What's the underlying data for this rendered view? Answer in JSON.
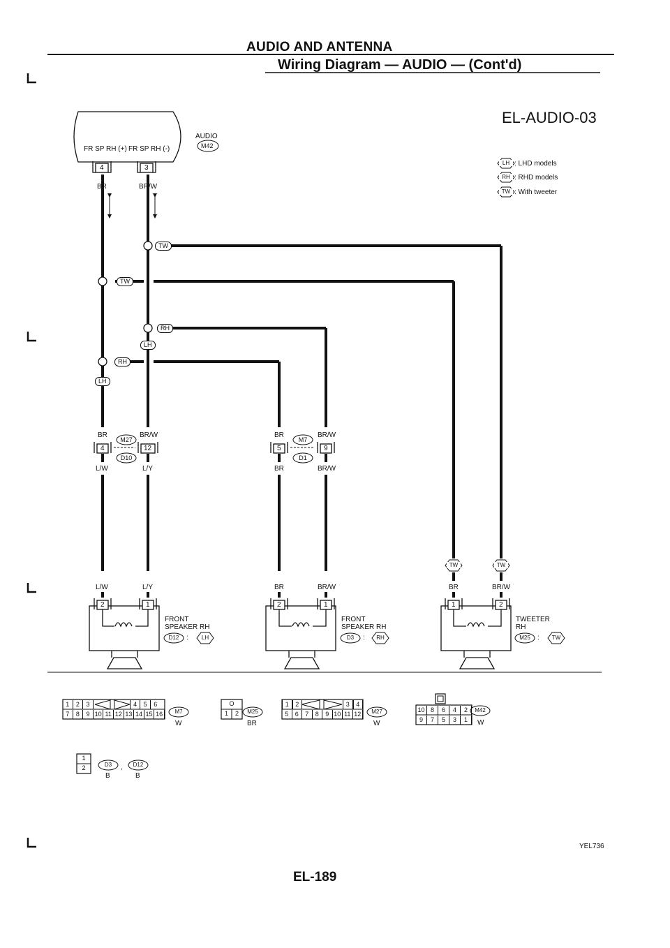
{
  "header": {
    "title": "AUDIO AND ANTENNA",
    "subtitle": "Wiring Diagram — AUDIO — (Cont'd)",
    "diagram_code": "EL-AUDIO-03"
  },
  "legend": [
    {
      "tag": "LH",
      "text": ": LHD models"
    },
    {
      "tag": "RH",
      "text": ": RHD models"
    },
    {
      "tag": "TW",
      "text": ": With tweeter"
    }
  ],
  "audio_unit": {
    "name": "AUDIO",
    "connector": "M42",
    "pin_plus_label": "FR SP RH (+)",
    "pin_minus_label": "FR SP RH (-)",
    "pin_plus": "4",
    "pin_minus": "3",
    "wire_plus": "BR",
    "wire_minus": "BR/W"
  },
  "branch_tags": {
    "tw": "TW",
    "rh": "RH",
    "lh": "LH"
  },
  "joint_left": {
    "top_left_wire": "BR",
    "top_right_wire": "BR/W",
    "connector_top": "M27",
    "connector_bottom": "D10",
    "pin_left": "4",
    "pin_right": "12",
    "bottom_left_wire": "L/W",
    "bottom_right_wire": "L/Y"
  },
  "joint_mid": {
    "top_left_wire": "BR",
    "top_right_wire": "BR/W",
    "connector_top": "M7",
    "connector_bottom": "D1",
    "pin_left": "5",
    "pin_right": "9",
    "bottom_left_wire": "BR",
    "bottom_right_wire": "BR/W"
  },
  "speakers": [
    {
      "left_wire": "L/W",
      "right_wire": "L/Y",
      "pin_left": "2",
      "pin_right": "1",
      "name_line1": "FRONT",
      "name_line2": "SPEAKER RH",
      "connector": "D12",
      "model_tag": "LH"
    },
    {
      "left_wire": "BR",
      "right_wire": "BR/W",
      "pin_left": "2",
      "pin_right": "1",
      "name_line1": "FRONT",
      "name_line2": "SPEAKER RH",
      "connector": "D3",
      "model_tag": "RH"
    },
    {
      "left_wire": "BR",
      "right_wire": "BR/W",
      "pin_left": "1",
      "pin_right": "2",
      "name_line1": "TWEETER",
      "name_line2": "RH",
      "connector": "M25",
      "model_tag": "TW"
    }
  ],
  "connector_views": {
    "m7": {
      "row1": [
        "1",
        "2",
        "3",
        "4",
        "5",
        "6"
      ],
      "row2": [
        "7",
        "8",
        "9",
        "10",
        "11",
        "12",
        "13",
        "14",
        "15",
        "16"
      ],
      "name": "M7",
      "color": "W"
    },
    "m25": {
      "row1": [
        "O"
      ],
      "row2": [
        "1",
        "2"
      ],
      "name": "M25",
      "color": "BR"
    },
    "m27": {
      "row1": [
        "1",
        "2",
        "3",
        "4"
      ],
      "row2": [
        "5",
        "6",
        "7",
        "8",
        "9",
        "10",
        "11",
        "12"
      ],
      "name": "M27",
      "color": "W"
    },
    "m42": {
      "row1": [
        "10",
        "8",
        "6",
        "4",
        "2"
      ],
      "row2": [
        "9",
        "7",
        "5",
        "3",
        "1"
      ],
      "name": "M42",
      "color": "W"
    },
    "d3d12": {
      "row1": [
        "1"
      ],
      "row2": [
        "2"
      ],
      "name1": "D3",
      "name2": "D12",
      "color1": "B",
      "color2": "B",
      "sep": ","
    }
  },
  "footer": {
    "ref": "YEL736",
    "page": "EL-189"
  }
}
